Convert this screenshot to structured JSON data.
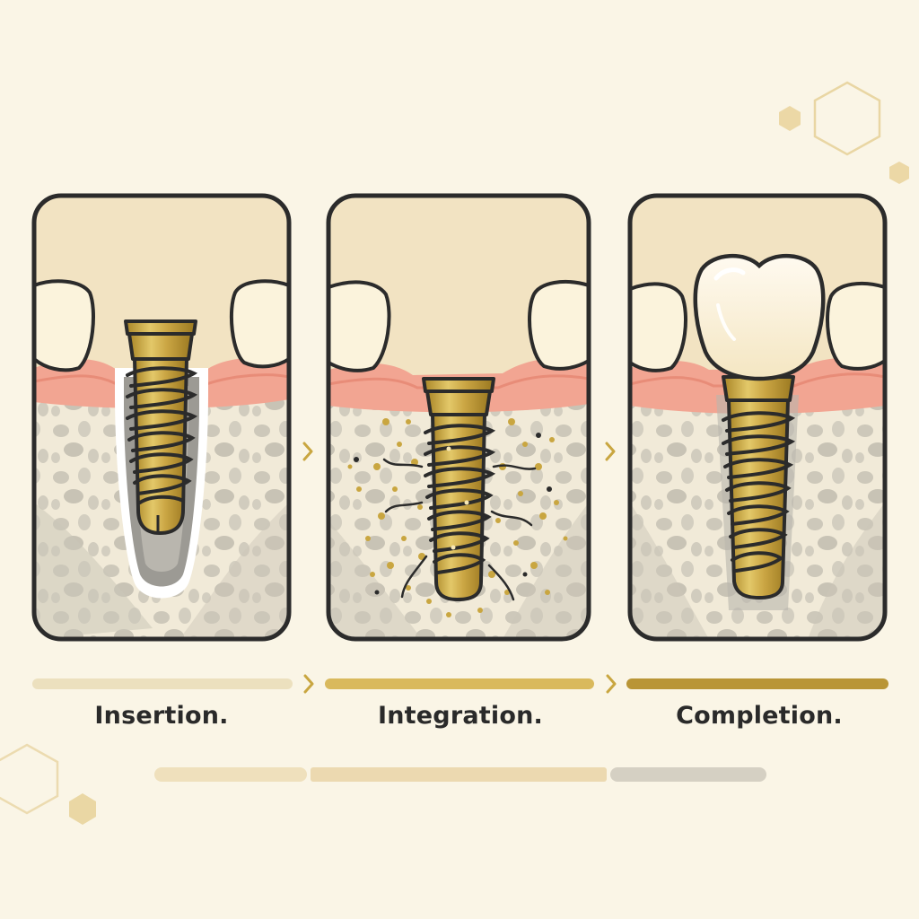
{
  "stages": [
    {
      "label": "Insertion."
    },
    {
      "label": "Integration."
    },
    {
      "label": "Completion."
    }
  ],
  "colors": {
    "background": "#faf5e6",
    "panel_sky": "#f2e3c2",
    "tooth": "#fbf3dc",
    "gum": "#f2a592",
    "bone": "#f1ead8",
    "bone_pore": "#c9c4b6",
    "implant_gold": "#c9a640",
    "outline": "#2b2b2b",
    "progress_1": "#ece0be",
    "progress_2": "#d9b95c",
    "progress_3": "#b99536"
  },
  "icons": [
    "chevron-right-icon",
    "hexagon-icon"
  ]
}
